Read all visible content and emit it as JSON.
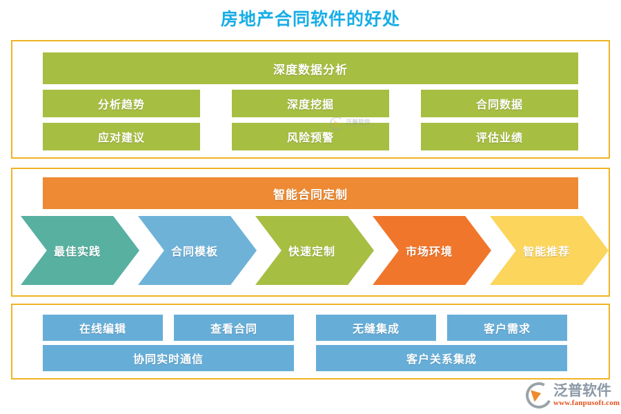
{
  "page": {
    "title": "房地产合同软件的好处",
    "title_color": "#16AEE8",
    "background": "#FFFFFF",
    "panel_border_color": "#F0B323"
  },
  "sections": [
    {
      "id": "deep-data-analysis",
      "header": "深度数据分析",
      "header_color": "#A6BE42",
      "item_color": "#A6BE42",
      "items": [
        "分析趋势",
        "深度挖掘",
        "合同数据",
        "应对建议",
        "风险预警",
        "评估业绩"
      ]
    },
    {
      "id": "smart-contract-customization",
      "header": "智能合同定制",
      "header_color": "#ED8A33",
      "steps": [
        {
          "label": "最佳实践",
          "color": "#58B0A0"
        },
        {
          "label": "合同模板",
          "color": "#6FB2D8"
        },
        {
          "label": "快速定制",
          "color": "#A6BE42"
        },
        {
          "label": "市场环境",
          "color": "#F0762C"
        },
        {
          "label": "智能推荐",
          "color": "#FBD55C"
        }
      ]
    },
    {
      "id": "collaboration-integration",
      "item_color": "#66AED8",
      "items_row1": [
        "在线编辑",
        "查看合同",
        "无缝集成",
        "客户需求"
      ],
      "items_row2": [
        "协同实时通信",
        "客户关系集成"
      ]
    }
  ],
  "watermark": {
    "name": "泛普软件",
    "sub": "FANPU SOFTWARE"
  },
  "brand": {
    "name": "泛普软件",
    "url": "www.fanpusoft.com",
    "name_color": "#8B98A6",
    "url_color": "#E0521F",
    "mark_color": "#F08A2E"
  }
}
